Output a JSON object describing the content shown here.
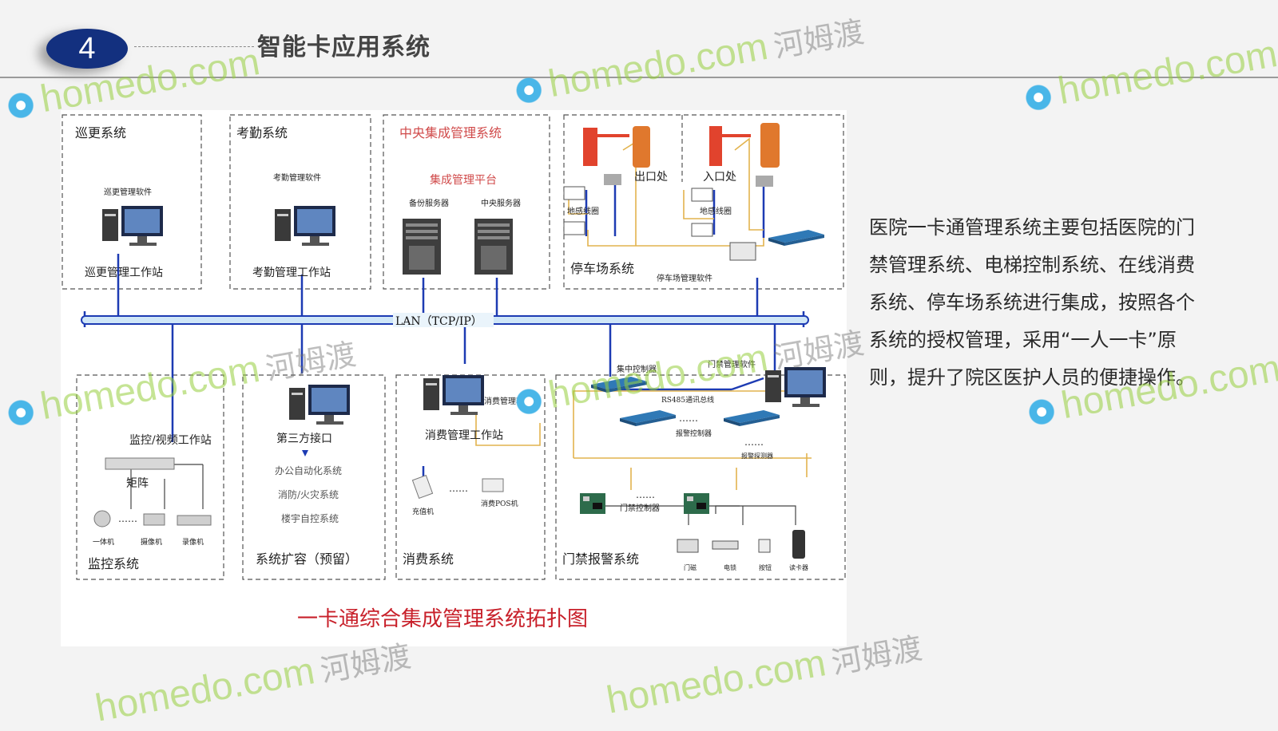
{
  "slide": {
    "number": "4",
    "title": "智能卡应用系统"
  },
  "description": "医院一卡通管理系统主要包括医院的门禁管理系统、电梯控制系统、在线消费系统、停车场系统进行集成，按照各个系统的授权管理，采用“一人一卡”原则，提升了院区医护人员的便捷操作。",
  "diagram": {
    "caption": "一卡通综合集成管理系统拓扑图",
    "lan": "LAN（TCP/IP）",
    "patrol": {
      "title": "巡更系统",
      "software": "巡更管理软件",
      "station": "巡更管理工作站"
    },
    "attendance": {
      "title": "考勤系统",
      "software": "考勤管理软件",
      "station": "考勤管理工作站"
    },
    "central": {
      "title": "中央集成管理系统",
      "platform": "集成管理平台",
      "backup_server": "备份服务器",
      "central_server": "中央服务器"
    },
    "parking": {
      "title": "停车场系统",
      "exit": "出口处",
      "entry": "入口处",
      "loop_exit": "地感线圈",
      "loop_entry": "地感线圈",
      "software": "停车场管理软件"
    },
    "monitor": {
      "title": "监控系统",
      "station": "监控/视频工作站",
      "matrix": "矩阵",
      "dots": "……",
      "cam1": "一体机",
      "cam2": "摄像机",
      "recorder": "录像机"
    },
    "expansion": {
      "title": "系统扩容（预留）",
      "interface": "第三方接口",
      "item1": "办公自动化系统",
      "item2": "消防/火灾系统",
      "item3": "楼宇自控系统"
    },
    "consume": {
      "title": "消费系统",
      "software": "消费管理软件",
      "station": "消费管理工作站",
      "charger": "充值机",
      "dots": "……",
      "pos": "消费POS机"
    },
    "access": {
      "title": "门禁报警系统",
      "controller_center": "集中控制器",
      "software": "门禁管理软件",
      "rs485": "RS485通讯总线",
      "alarm_ctrl": "报警控制器",
      "alarm_probe": "报警探测器",
      "door_ctrl": "门禁控制器",
      "dots": "……",
      "dev1": "门磁",
      "dev2": "电锁",
      "dev3": "按钮",
      "dev4": "读卡器"
    }
  },
  "watermarks": [
    "homedo.com",
    "河姆渡"
  ]
}
